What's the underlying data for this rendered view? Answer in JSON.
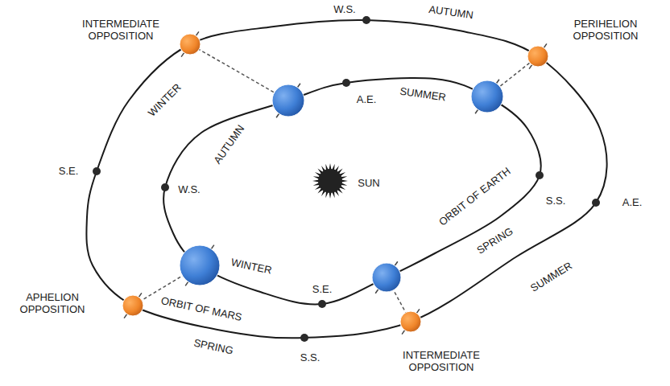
{
  "diagram": {
    "labels": [
      "INTERMEDIATE OPPOSITION",
      "W.S.",
      "AUTUMN",
      "PERIHELION OPPOSITION",
      "WINTER",
      "A.E.",
      "SUMMER",
      "AUTUMN",
      "S.E.",
      "W.S.",
      "SUN",
      "ORBIT OF EARTH",
      "S.S.",
      "A.E.",
      "SPRING",
      "WINTER",
      "S.E.",
      "SUMMER",
      "APHELION OPPOSITION",
      "ORBIT OF MARS",
      "SPRING",
      "S.S.",
      "INTERMEDIATE OPPOSITION"
    ]
  }
}
